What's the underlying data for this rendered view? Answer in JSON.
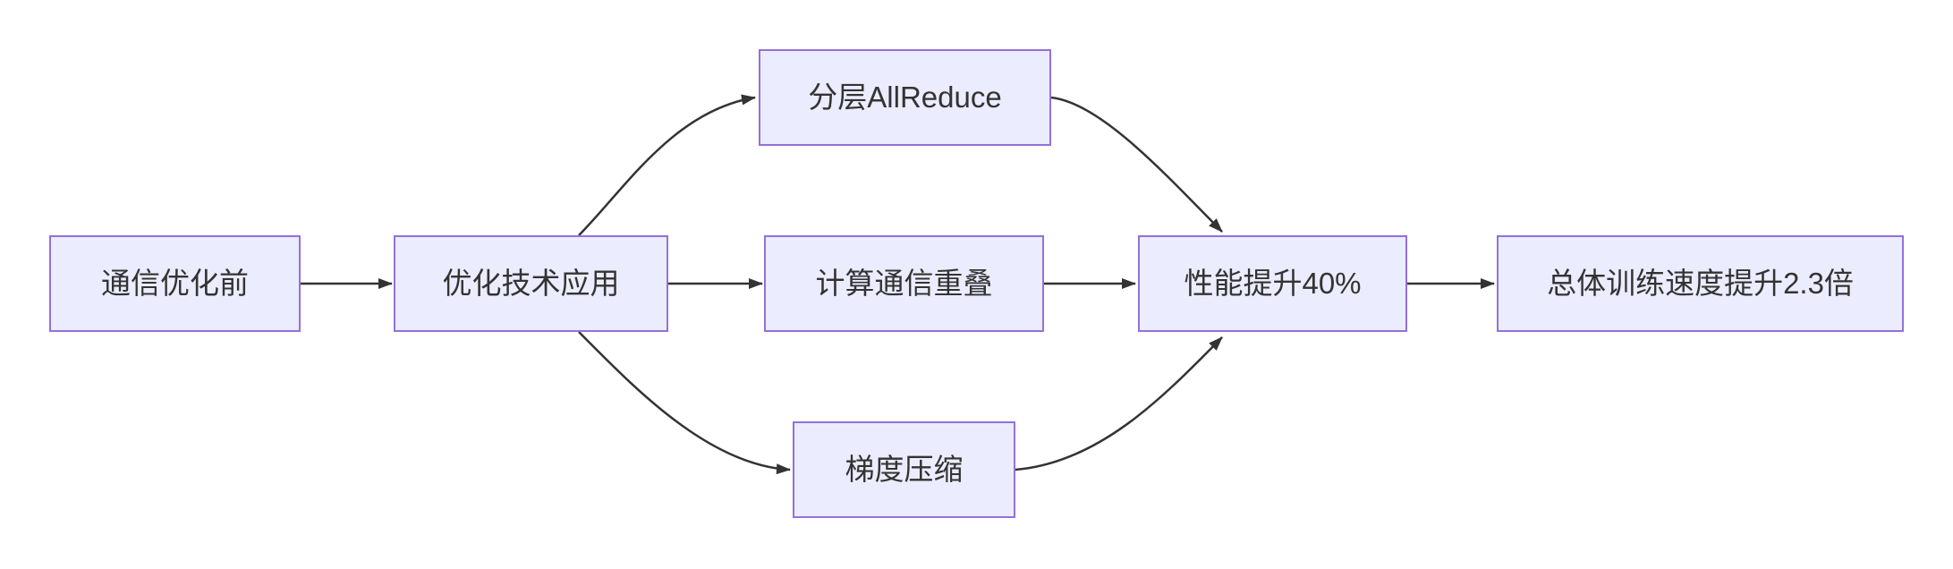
{
  "diagram": {
    "type": "flowchart",
    "direction": "left-to-right",
    "colors": {
      "background": "#ffffff",
      "node_fill": "#ECECFF",
      "node_border": "#9370DB",
      "edge": "#333333",
      "text": "#333333"
    },
    "nodes": [
      {
        "id": "A",
        "label": "通信优化前"
      },
      {
        "id": "B",
        "label": "优化技术应用"
      },
      {
        "id": "C",
        "label": "分层AllReduce"
      },
      {
        "id": "D",
        "label": "计算通信重叠"
      },
      {
        "id": "E",
        "label": "梯度压缩"
      },
      {
        "id": "F",
        "label": "性能提升40%"
      },
      {
        "id": "G",
        "label": "总体训练速度提升2.3倍"
      }
    ],
    "edges": [
      {
        "from": "A",
        "to": "B"
      },
      {
        "from": "B",
        "to": "C"
      },
      {
        "from": "B",
        "to": "D"
      },
      {
        "from": "B",
        "to": "E"
      },
      {
        "from": "C",
        "to": "F"
      },
      {
        "from": "D",
        "to": "F"
      },
      {
        "from": "E",
        "to": "F"
      },
      {
        "from": "F",
        "to": "G"
      }
    ]
  }
}
